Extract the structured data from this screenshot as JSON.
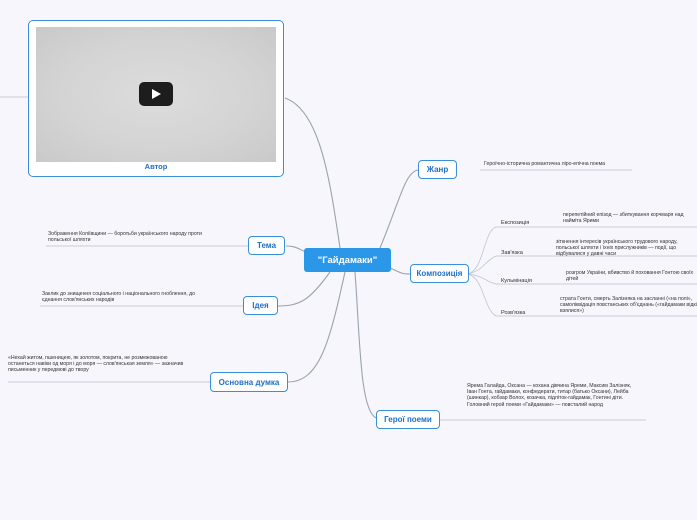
{
  "root": {
    "title": "\"Гайдамаки\""
  },
  "author": {
    "label": "Автор"
  },
  "genre": {
    "label": "Жанр",
    "text": "Героїчно-історична романтична ліро-епічна поема"
  },
  "theme": {
    "label": "Тема",
    "text": "Зображення Коліївщини — боротьби українського народу проти польської шляхти"
  },
  "idea": {
    "label": "Ідея",
    "text": "Заклик до знищення соціального і національного гноблення, до єднання слов'янських народів"
  },
  "main_idea": {
    "label": "Основна думка",
    "text": "«Нехай житом, пшеницею, як золотом, покрита, не розмежованою останеться навіки од моря і до моря — слов'янськая земля» — зазначив письменник у передмові до твору"
  },
  "composition": {
    "label": "Композиція",
    "items": [
      {
        "label": "Експозиція",
        "text": "перепетійний епізод — збиткування корчмаря над найміта Ярими"
      },
      {
        "label": "Зав'язка",
        "text": "зіткнення інтересів українського трудового народу, польської шляхти і їхніх прислужників — події, що відбувалися у давні часи"
      },
      {
        "label": "Кульмінація",
        "text": "розгром України, вбивство й поховання Гонтою своїх дітей"
      },
      {
        "label": "Розв'язка",
        "text": "страта Гонти, смерть Залізняка на засланні («на полі», самоліквідація повстанських об'єднань («гайдамаки відкіля взялися»)"
      }
    ]
  },
  "heroes": {
    "label": "Герої поеми",
    "text": "Ярема Галайда, Оксана — кохана дівчина Яреми, Максим Залізняк, Іван Гонта, гайдамаки, конфедерати, титар (батько Оксани), Лейба (шинкар), кобзар Волох, козачка, підліток-гайдамак, Гонтині діти. Головний герой поеми «Гайдамаки» — повсталий народ"
  },
  "colors": {
    "accent": "#2a97e8",
    "wire": "#9aa3ad"
  }
}
